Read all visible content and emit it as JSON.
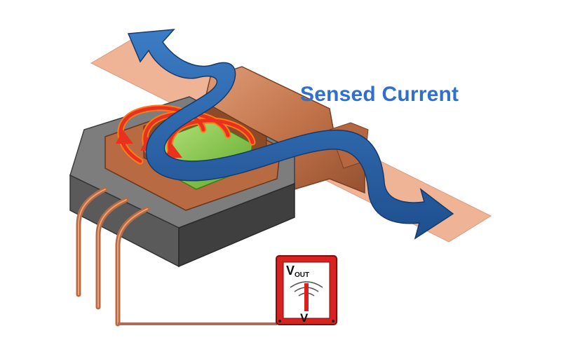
{
  "labels": {
    "sensed_current": "Sensed Current",
    "meter_v": "V",
    "meter_out": "OUT",
    "meter_unit": "V"
  },
  "colors": {
    "current_arrow": "#2a5fa8",
    "label_blue": "#2e6fd0",
    "copper": "#c97a4e",
    "strip": "#efb396",
    "package": "#555555",
    "field_lines": "#e8321e",
    "sensor_die": "#7ec43a",
    "meter_red": "#d7221f"
  },
  "icons": {
    "voltmeter": "voltmeter-icon",
    "current_arrow": "arrow-icon",
    "magnetic_field": "magnetic-field-icon"
  }
}
